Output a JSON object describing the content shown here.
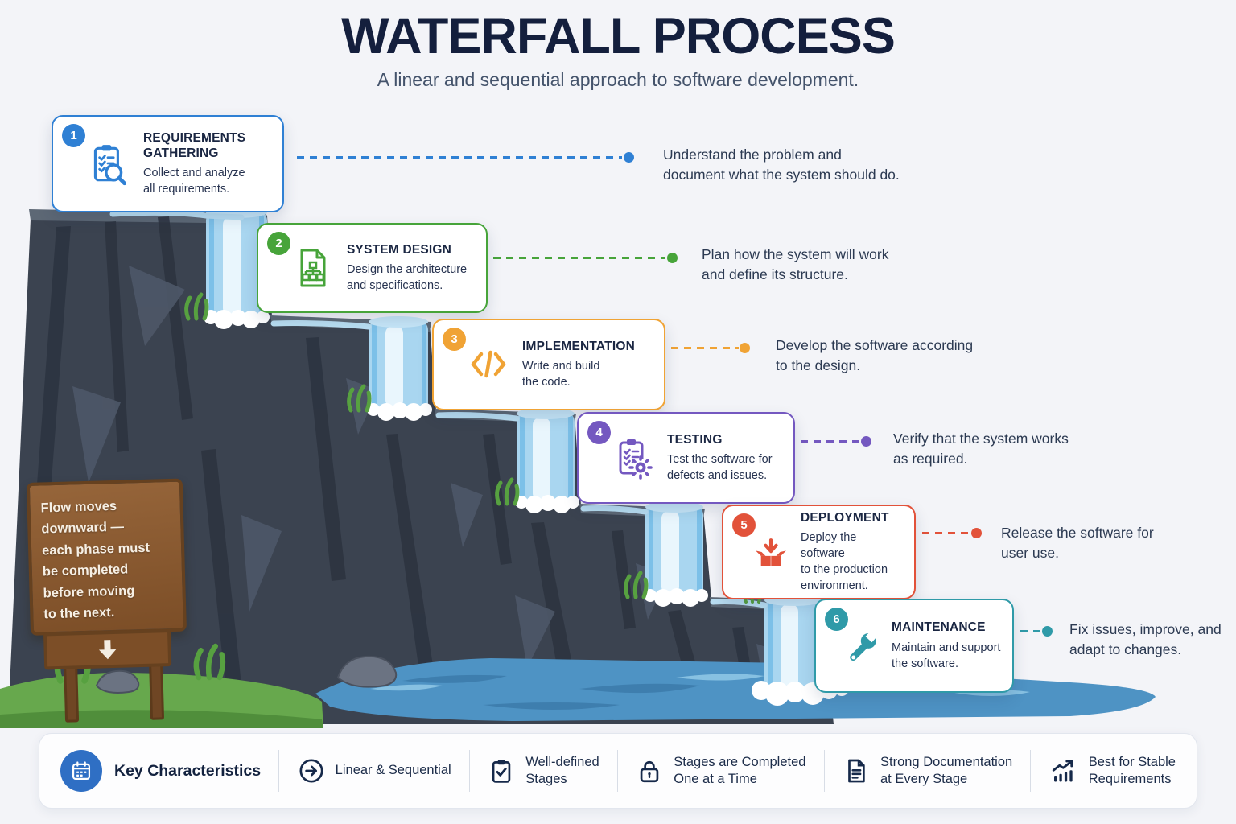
{
  "header": {
    "title": "WATERFALL PROCESS",
    "subtitle": "A linear and sequential approach to software development."
  },
  "stages": [
    {
      "number": "1",
      "title": "REQUIREMENTS GATHERING",
      "description": [
        "Collect and analyze",
        "all requirements."
      ],
      "annotation": [
        "Understand the problem and",
        "document what the system should do."
      ],
      "accent": "#2f80d4",
      "icon": "clipboard-magnifier-icon"
    },
    {
      "number": "2",
      "title": "SYSTEM DESIGN",
      "description": [
        "Design the architecture",
        "and specifications."
      ],
      "annotation": [
        "Plan how the system will work",
        "and define its structure."
      ],
      "accent": "#47a43a",
      "icon": "architecture-document-icon"
    },
    {
      "number": "3",
      "title": "IMPLEMENTATION",
      "description": [
        "Write and build",
        "the code."
      ],
      "annotation": [
        "Develop the software according",
        "to the design."
      ],
      "accent": "#f0a335",
      "icon": "code-brackets-icon"
    },
    {
      "number": "4",
      "title": "TESTING",
      "description": [
        "Test the software for",
        "defects and issues."
      ],
      "annotation": [
        "Verify that the system works",
        "as required."
      ],
      "accent": "#7458c0",
      "icon": "clipboard-gear-icon"
    },
    {
      "number": "5",
      "title": "DEPLOYMENT",
      "description": [
        "Deploy the software",
        "to the production",
        "environment."
      ],
      "annotation": [
        "Release the software for",
        "user use."
      ],
      "accent": "#e2523a",
      "icon": "deploy-box-icon"
    },
    {
      "number": "6",
      "title": "MAINTENANCE",
      "description": [
        "Maintain and support",
        "the software."
      ],
      "annotation": [
        "Fix issues, improve, and",
        "adapt to changes."
      ],
      "accent": "#2f9aa8",
      "icon": "wrench-icon"
    }
  ],
  "sign": {
    "text": [
      "Flow moves",
      "downward —",
      "each phase must",
      "be completed",
      "before moving",
      "to the next."
    ],
    "icon": "down-arrow-icon"
  },
  "footer": {
    "heading": "Key Characteristics",
    "heading_icon": "calendar-icon",
    "items": [
      {
        "label": "Linear & Sequential",
        "icon": "arrow-right-circle-icon"
      },
      {
        "label": [
          "Well-defined",
          "Stages"
        ],
        "icon": "clipboard-check-icon"
      },
      {
        "label": [
          "Stages are Completed",
          "One at a Time"
        ],
        "icon": "lock-icon"
      },
      {
        "label": [
          "Strong Documentation",
          "at Every Stage"
        ],
        "icon": "document-icon"
      },
      {
        "label": [
          "Best for Stable",
          "Requirements"
        ],
        "icon": "growth-chart-icon"
      }
    ]
  },
  "colors": {
    "background": "#f3f4f8",
    "title": "#141f3d",
    "subtitle": "#44536b",
    "annotation_text": "#2c3a52",
    "card_background": "#ffffff",
    "rock": "#3b4350",
    "waterfall": "#a9d6f0",
    "pool": "#4e93c4",
    "grass": "#67a84d",
    "sign_wood": "#7c4e27",
    "footer_icon": "#16294a",
    "footer_heading_circle": "#2f6fc4"
  }
}
